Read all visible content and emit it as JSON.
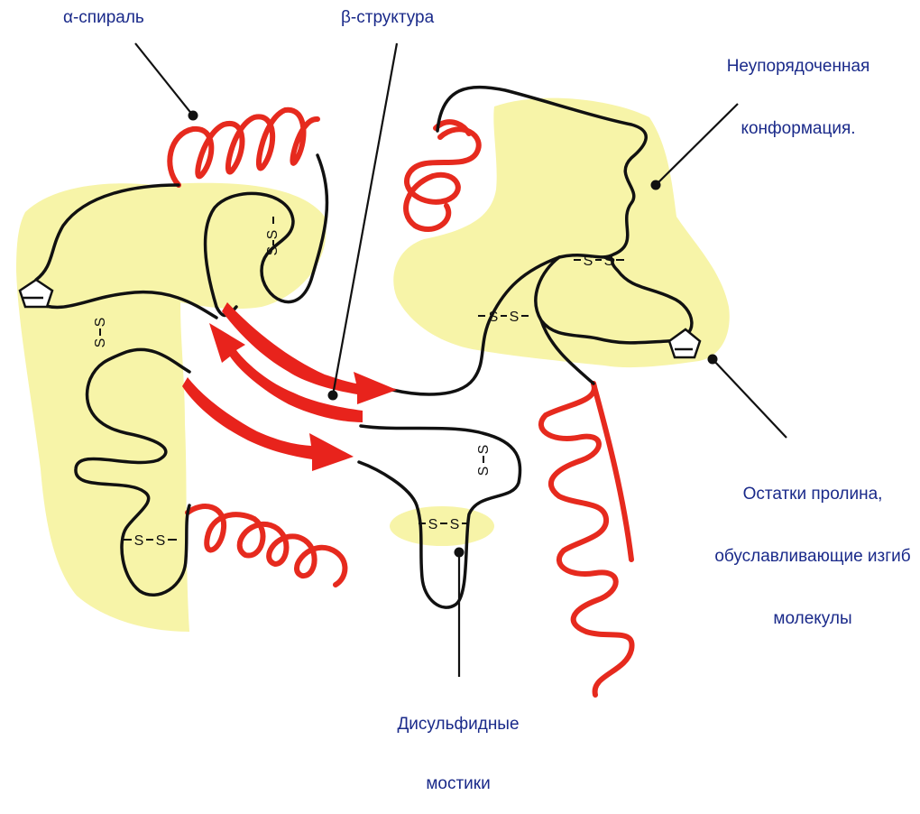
{
  "labels": {
    "alpha_helix": "α-спираль",
    "beta_structure": "β-структура",
    "disordered": [
      "Неупорядоченная",
      "конформация."
    ],
    "proline": [
      "Остатки пролина,",
      "обуславливающие изгиб",
      "молекулы"
    ],
    "disulfide": [
      "Дисульфидные",
      "мостики"
    ]
  },
  "bond_labels": [
    "S",
    "S"
  ],
  "colors": {
    "chain": "#111111",
    "helix": "#e62a1e",
    "beta_arrow": "#e8231c",
    "region": "#f7f4a8",
    "label_text": "#1a2a8a"
  }
}
